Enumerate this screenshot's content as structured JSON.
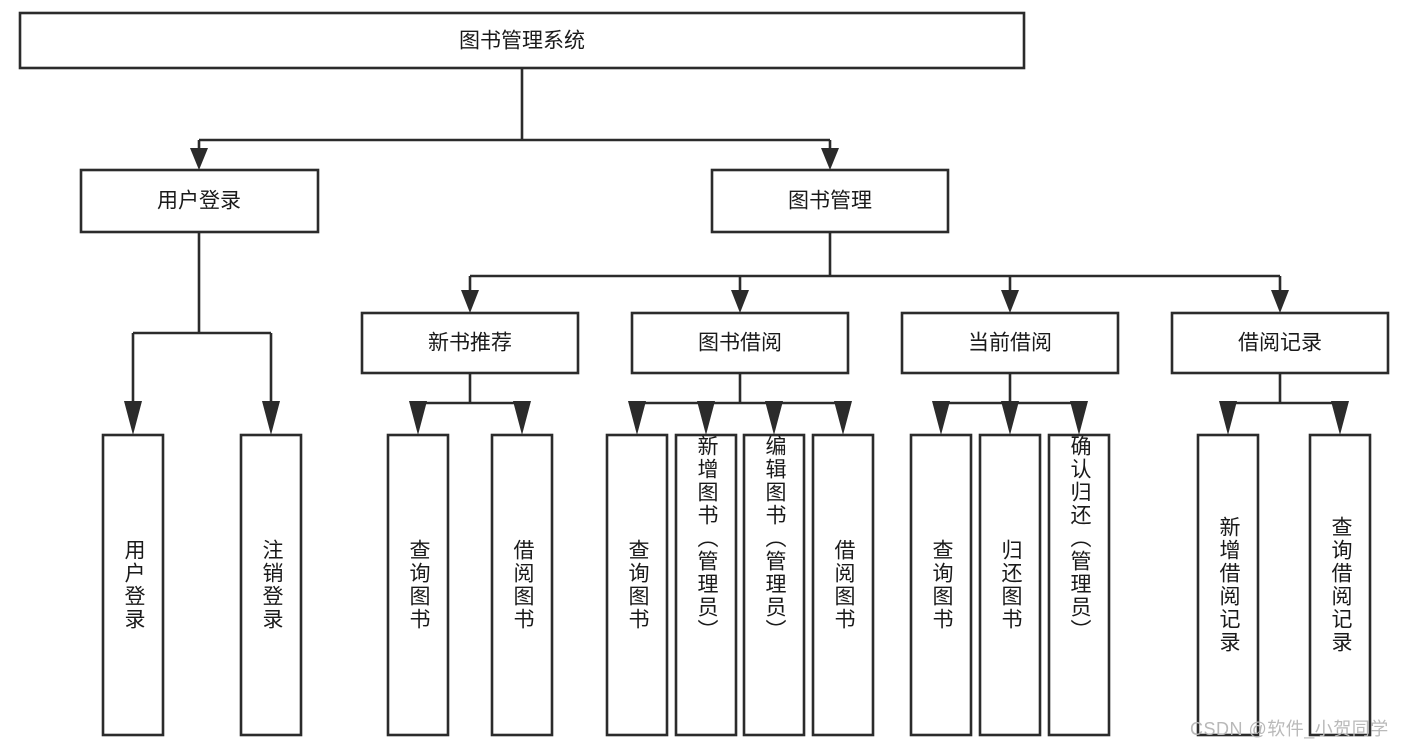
{
  "diagram": {
    "type": "tree",
    "title": "图书管理系统",
    "watermark": "CSDN @软件_小贺同学",
    "root": {
      "id": "root",
      "label": "图书管理系统"
    },
    "level1": [
      {
        "id": "user-login",
        "label": "用户登录"
      },
      {
        "id": "book-management",
        "label": "图书管理"
      }
    ],
    "level2": [
      {
        "id": "new-book-recommend",
        "label": "新书推荐",
        "parent": "book-management"
      },
      {
        "id": "book-borrow",
        "label": "图书借阅",
        "parent": "book-management"
      },
      {
        "id": "current-borrow",
        "label": "当前借阅",
        "parent": "book-management"
      },
      {
        "id": "borrow-record",
        "label": "借阅记录",
        "parent": "book-management"
      }
    ],
    "leaves": {
      "user-login": [
        {
          "id": "leaf-user-login",
          "label": "用户登录"
        },
        {
          "id": "leaf-logout",
          "label": "注销登录"
        }
      ],
      "new-book-recommend": [
        {
          "id": "leaf-query-book-1",
          "label": "查询图书"
        },
        {
          "id": "leaf-borrow-book-1",
          "label": "借阅图书"
        }
      ],
      "book-borrow": [
        {
          "id": "leaf-query-book-2",
          "label": "查询图书"
        },
        {
          "id": "leaf-add-book",
          "label": "新增图书（管理员）"
        },
        {
          "id": "leaf-edit-book",
          "label": "编辑图书（管理员）"
        },
        {
          "id": "leaf-borrow-book-2",
          "label": "借阅图书"
        }
      ],
      "current-borrow": [
        {
          "id": "leaf-query-book-3",
          "label": "查询图书"
        },
        {
          "id": "leaf-return-book",
          "label": "归还图书"
        },
        {
          "id": "leaf-confirm-return",
          "label": "确认归还（管理员）"
        }
      ],
      "borrow-record": [
        {
          "id": "leaf-add-record",
          "label": "新增借阅记录"
        },
        {
          "id": "leaf-query-record",
          "label": "查询借阅记录"
        }
      ]
    },
    "colors": {
      "box_stroke": "#2b2b2b",
      "box_fill": "#ffffff",
      "connector": "#2b2b2b",
      "text": "#1a1a1a",
      "watermark": "#b9b9b9",
      "background": "#ffffff"
    }
  }
}
